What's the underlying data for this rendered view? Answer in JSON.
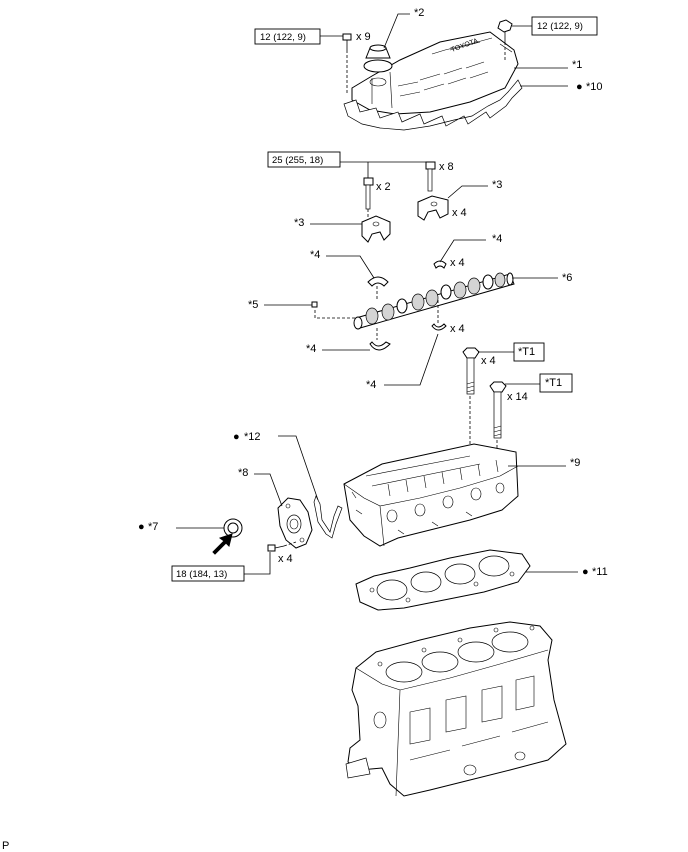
{
  "callouts": {
    "c1": "*1",
    "c2": "*2",
    "c3a": "*3",
    "c3b": "*3",
    "c4a": "*4",
    "c4b": "*4",
    "c4c": "*4",
    "c4d": "*4",
    "c5": "*5",
    "c6": "*6",
    "c7": "*7",
    "c8": "*8",
    "c9": "*9",
    "c10": "*10",
    "c11": "*11",
    "c12": "*12"
  },
  "quantities": {
    "cover_bolts": "x 9",
    "cam_bolts_long": "x 8",
    "cam_bolts_short": "x 2",
    "cam_cap": "x 4",
    "bearing_upper": "x 4",
    "bearing_lower": "x 4",
    "head_bolts_a": "x 4",
    "head_bolts_b": "x 14",
    "housing_bolts": "x 4"
  },
  "torques": {
    "cover_left": "12 (122, 9)",
    "cover_right": "12 (122, 9)",
    "camshaft_caps": "25 (255, 18)",
    "seal_housing": "18 (184, 13)"
  },
  "tools": {
    "head_bolt_a": "*T1",
    "head_bolt_b": "*T1"
  },
  "bullet_symbol": "●",
  "corner_code": "P"
}
